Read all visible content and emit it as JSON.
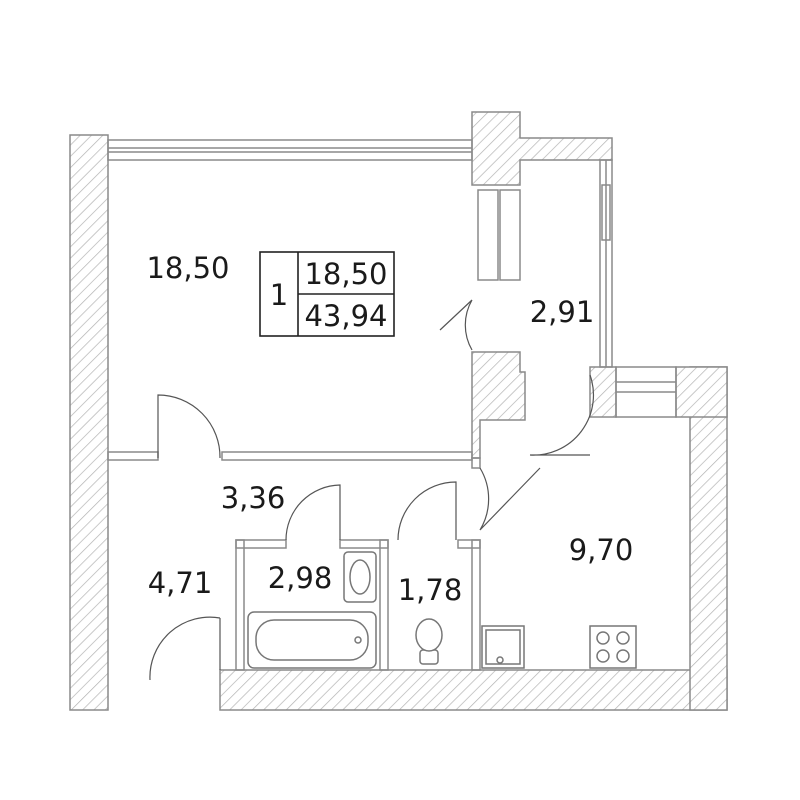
{
  "plan": {
    "rooms": {
      "living_room": "18,50",
      "balcony": "2,91",
      "corridor": "3,36",
      "hall": "4,71",
      "bathroom": "2,98",
      "toilet": "1,78",
      "kitchen": "9,70"
    },
    "info_box": {
      "rooms_count": "1",
      "living_area": "18,50",
      "total_area": "43,94"
    },
    "colors": {
      "wall_stroke": "#8a8a8a",
      "hatch": "#b3b3b3",
      "text": "#1a1a1a"
    }
  }
}
